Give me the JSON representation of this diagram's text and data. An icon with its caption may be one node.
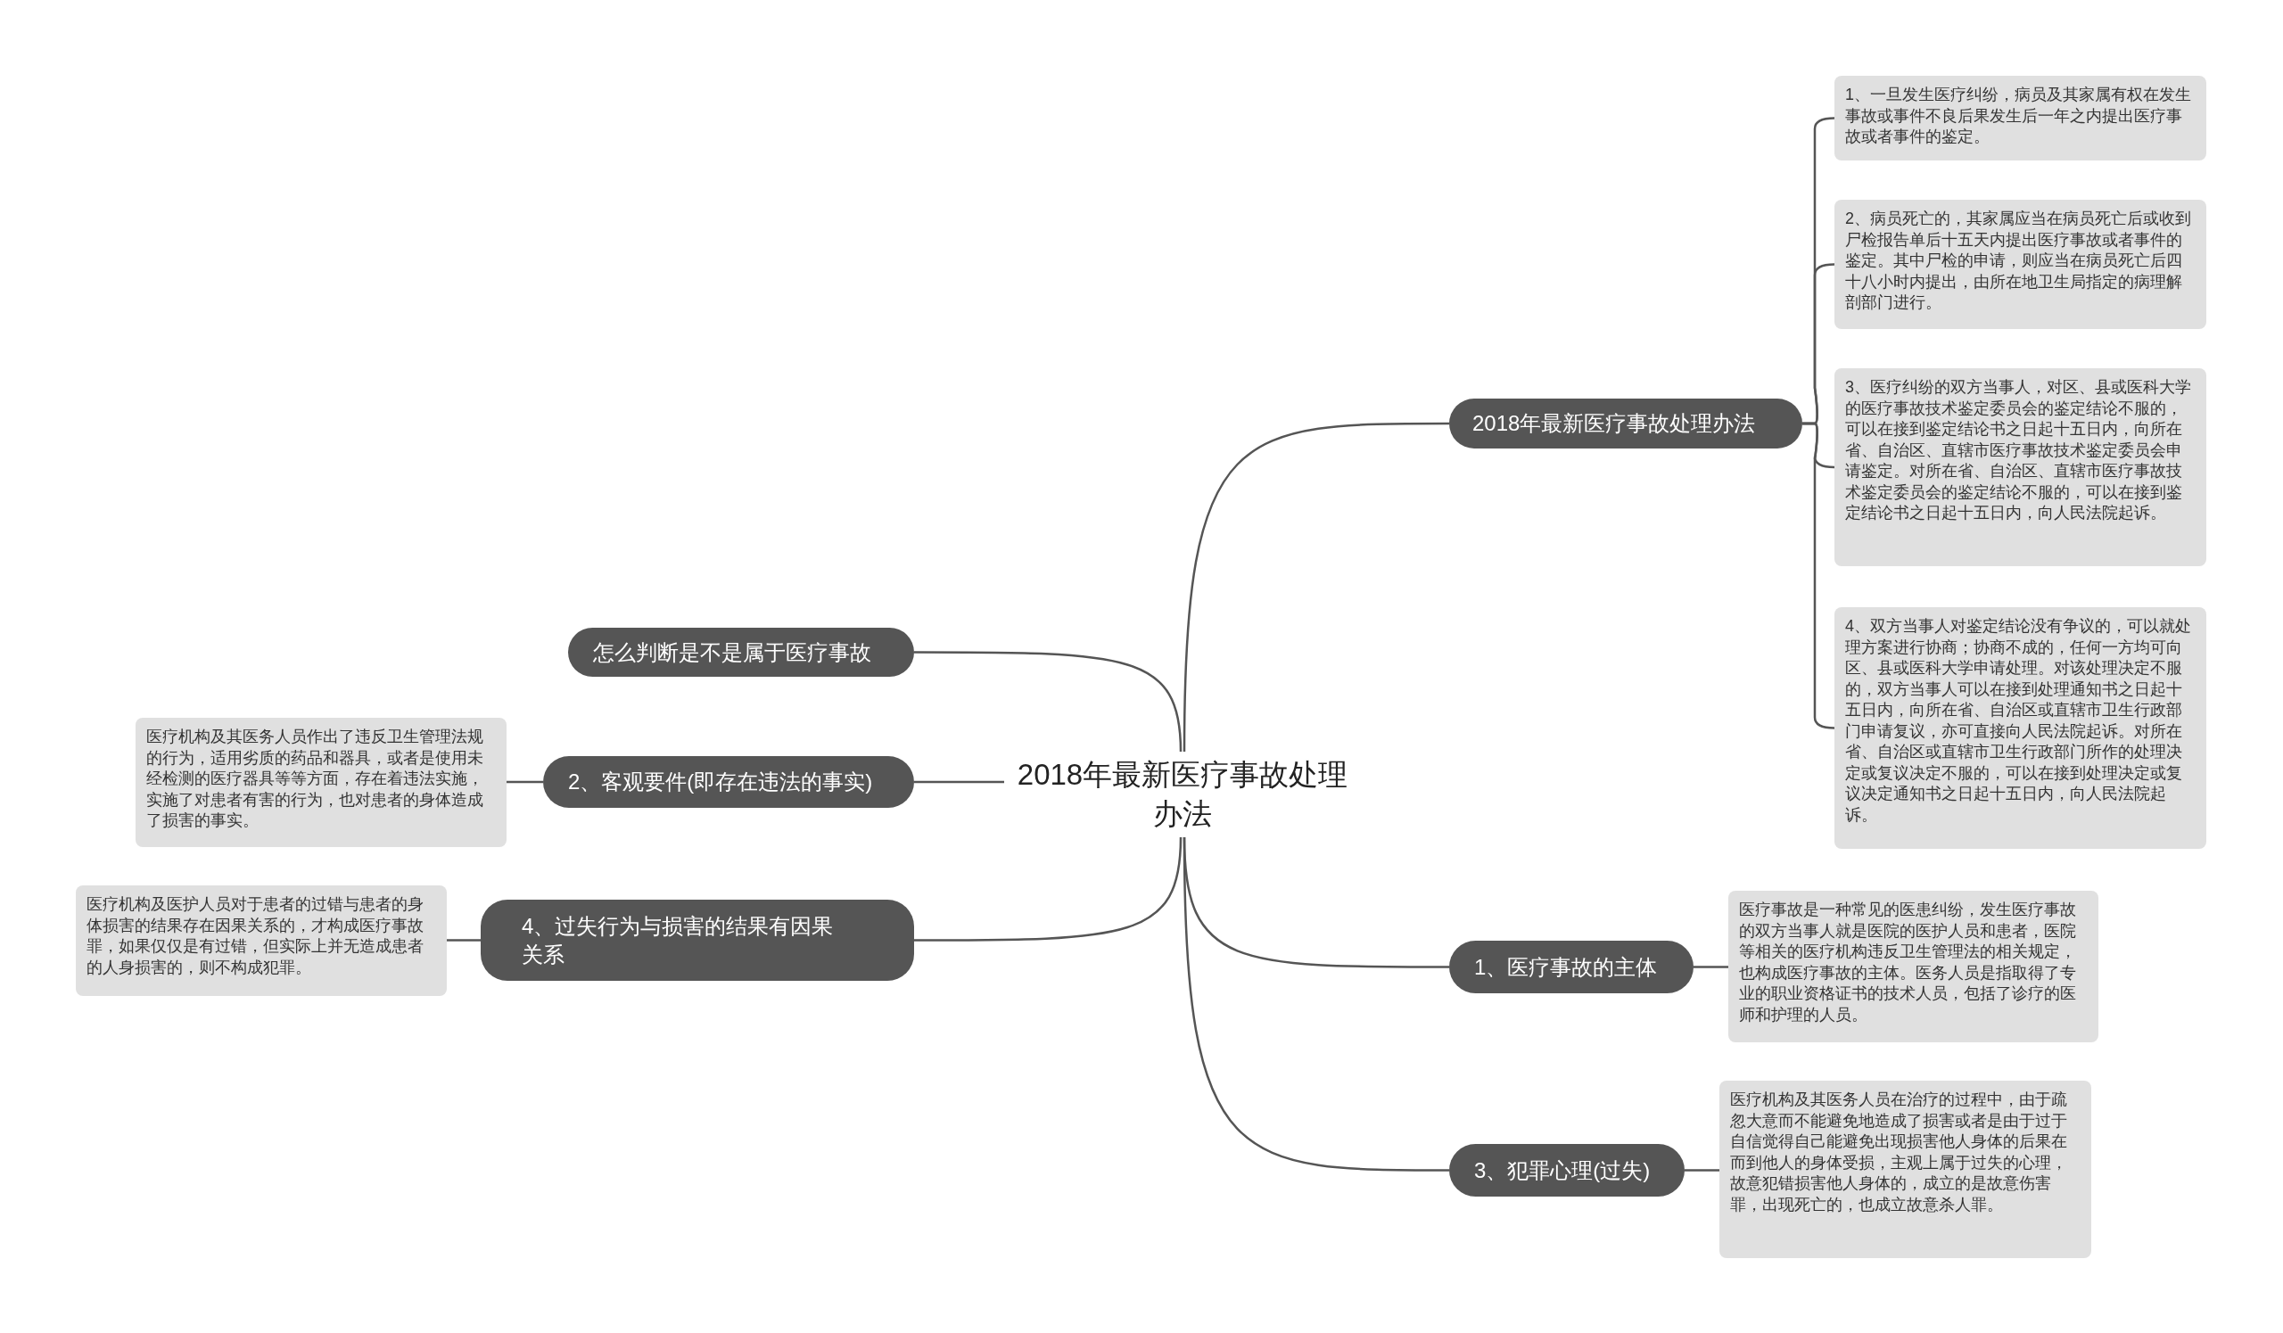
{
  "diagram": {
    "nodes": [
      {
        "text": [
          "2018年最新医疗事故处理办法"
        ]
      },
      {
        "text": [
          "2018年最新医疗事故处理办法"
        ]
      },
      {
        "text": [
          "1、一旦发生医疗纠纷，病员及其家属有权在发生事故或事件不良后果发生后一年之内提出医疗事故或者事件的鉴定。"
        ]
      },
      {
        "text": [
          "2、病员死亡的，其家属应当在病员死亡后或收到尸检报告单后十五天内提出医疗事故或者事件的鉴定。其中尸检的申请，则应当在病员死亡后四十八小时内提出，由所在地卫生局指定的病理解剖部门进行。"
        ]
      },
      {
        "text": [
          "3、医疗纠纷的双方当事人，对区、县或医科大学的医疗事故技术鉴定委员会的鉴定结论不服的，可以在接到鉴定结论书之日起十五日内，向所在省、自治区、直辖市医疗事故技术鉴定委员会申请鉴定。对所在省、自治区、直辖市医疗事故技术鉴定委员会的鉴定结论不服的，可以在接到鉴定结论书之日起十五日内，向人民法院起诉。"
        ]
      },
      {
        "text": [
          "4、双方当事人对鉴定结论没有争议的，可以就处理方案进行协商；协商不成的，任何一方均可向区、县或医科大学申请处理。对该处理决定不服的，双方当事人可以在接到处理通知书之日起十五日内，向所在省、自治区或直辖市卫生行政部门申请复议，亦可直接向人民法院起诉。对所在省、自治区或直辖市卫生行政部门所作的处理决定或复议决定不服的，可以在接到处理决定或复议决定通知书之日起十五日内，向人民法院起诉。"
        ]
      },
      {
        "text": [
          "1、医疗事故的主体"
        ]
      },
      {
        "text": [
          "医疗事故是一种常见的医患纠纷，发生医疗事故的双方当事人就是医院的医护人员和患者，医院等相关的医疗机构违反卫生管理法的相关规定，也构成医疗事故的主体。医务人员是指取得了专业的职业资格证书的技术人员，包括了诊疗的医师和护理的人员。"
        ]
      },
      {
        "text": [
          "3、犯罪心理(过失)"
        ]
      },
      {
        "text": [
          "医疗机构及其医务人员在治疗的过程中，由于疏忽大意而不能避免地造成了损害或者是由于过于自信觉得自己能避免出现损害他人身体的后果在而到他人的身体受损，主观上属于过失的心理，故意犯错损害他人身体的，成立的是故意伤害罪，出现死亡的，也成立故意杀人罪。"
        ]
      },
      {
        "text": [
          "怎么判断是不是属于医疗事故"
        ]
      },
      {
        "text": [
          "2、客观要件(即存在违法的事实)"
        ]
      },
      {
        "text": [
          "医疗机构及其医务人员作出了违反卫生管理法规的行为，适用劣质的药品和器具，或者是使用未经检测的医疗器具等等方面，存在着违法实施，实施了对患者有害的行为，也对患者的身体造成了损害的事实。"
        ]
      },
      {
        "text": [
          "4、过失行为与损害的结果有因果关系"
        ]
      },
      {
        "text": [
          "医疗机构及医护人员对于患者的过错与患者的身体损害的结果存在因果关系的，才构成医疗事故罪，如果仅仅是有过错，但实际上并无造成患者的人身损害的，则不构成犯罪。"
        ]
      }
    ],
    "edges": [
      {
        "from": 0,
        "to": 1,
        "arrow": "none"
      },
      {
        "from": 1,
        "to": 2,
        "arrow": "none"
      },
      {
        "from": 1,
        "to": 3,
        "arrow": "none"
      },
      {
        "from": 1,
        "to": 4,
        "arrow": "none"
      },
      {
        "from": 1,
        "to": 5,
        "arrow": "none"
      },
      {
        "from": 0,
        "to": 6,
        "arrow": "none"
      },
      {
        "from": 6,
        "to": 7,
        "arrow": "none"
      },
      {
        "from": 0,
        "to": 8,
        "arrow": "none"
      },
      {
        "from": 8,
        "to": 9,
        "arrow": "none"
      },
      {
        "from": 0,
        "to": 10,
        "arrow": "none"
      },
      {
        "from": 0,
        "to": 11,
        "arrow": "none"
      },
      {
        "from": 11,
        "to": 12,
        "arrow": "none"
      },
      {
        "from": 0,
        "to": 13,
        "arrow": "none"
      },
      {
        "from": 13,
        "to": 14,
        "arrow": "none"
      }
    ]
  }
}
